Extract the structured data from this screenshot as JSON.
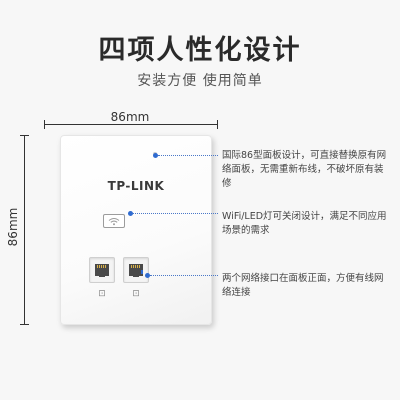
{
  "title": "四项人性化设计",
  "subtitle": "安装方便 使用简单",
  "dimensions": {
    "width_label": "86mm",
    "height_label": "86mm"
  },
  "panel": {
    "brand": "TP-LINK",
    "wifi_icon": "wifi-icon",
    "port_icon": "ethernet-port-icon"
  },
  "notes": [
    {
      "text": "国际86型面板设计，可直接替换原有网络面板，无需重新布线，不破坏原有装修"
    },
    {
      "text": "WiFi/LED灯可关闭设计，满足不同应用场景的需求"
    },
    {
      "text": "两个网络接口在面板正面，方便有线网络连接"
    }
  ],
  "colors": {
    "accent": "#2f6bd0",
    "background": "#f7f7f7"
  }
}
